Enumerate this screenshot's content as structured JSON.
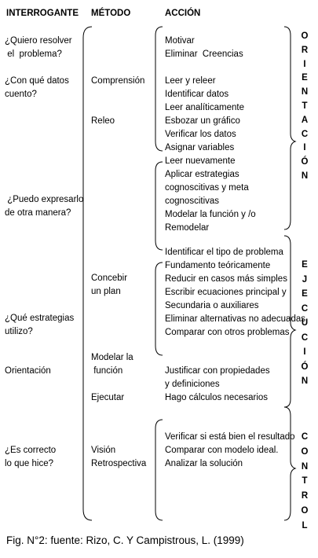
{
  "headers": {
    "interrogante": "INTERROGANTE",
    "metodo": "MÉTODO",
    "accion": "ACCIÓN"
  },
  "interrogantes": [
    {
      "lines": [
        "¿Quiero resolver",
        " el  problema?"
      ]
    },
    {
      "lines": [
        "¿Con qué datos",
        "cuento?"
      ]
    },
    {
      "lines": [
        " ¿Puedo expresarlo",
        "de otra manera?"
      ]
    },
    {
      "lines": [
        "¿Qué estrategias",
        "utilizo?"
      ]
    },
    {
      "lines": [
        "Orientación"
      ]
    },
    {
      "lines": [
        "¿Es correcto",
        "lo que hice?"
      ]
    }
  ],
  "metodos": [
    {
      "lines": [
        "Comprensión"
      ]
    },
    {
      "lines": [
        "Releo"
      ]
    },
    {
      "lines": [
        "Concebir",
        "un plan"
      ]
    },
    {
      "lines": [
        "Modelar la",
        " función"
      ]
    },
    {
      "lines": [
        "Ejecutar"
      ]
    },
    {
      "lines": [
        "Visión",
        "Retrospectiva"
      ]
    }
  ],
  "acciones": [
    "Motivar",
    "Eliminar  Creencias",
    "Leer y releer",
    "Identificar datos",
    "Leer analíticamente",
    "Esbozar un gráfico",
    "Verificar los datos",
    "Asignar variables",
    "Leer nuevamente",
    "Aplicar estrategias",
    "cognoscitivas y meta",
    "cognoscitivas",
    "Modelar la función y /o",
    "Remodelar",
    "Identificar el tipo de problema",
    "Fundamento teóricamente",
    "Reducir en casos más simples",
    "Escribir ecuaciones principal y",
    "Secundaria o auxiliares",
    "Eliminar alternativas no adecuadas",
    "Comparar con otros problemas",
    "Justificar con propiedades",
    "y definiciones",
    "Hago cálculos necesarios",
    "Verificar si está bien el resultado",
    "Comparar con modelo ideal.",
    "Analizar la solución"
  ],
  "fases": [
    {
      "word": "ORIENTACIÓN",
      "letters": [
        "O",
        "R",
        "I",
        "E",
        "N",
        "T",
        "A",
        "C",
        "I",
        "Ó",
        "N"
      ]
    },
    {
      "word": "EJECUCIÓN",
      "letters": [
        "E",
        "J",
        "E",
        "C",
        "U",
        "C",
        "I",
        "Ó",
        "N"
      ]
    },
    {
      "word": "CONTROL",
      "letters": [
        "C",
        "O",
        "N",
        "T",
        "R",
        "O",
        "L"
      ]
    }
  ],
  "caption": "Fig. N°2: fuente: Rizo,  C. Y Campistrous, L. (1999)"
}
